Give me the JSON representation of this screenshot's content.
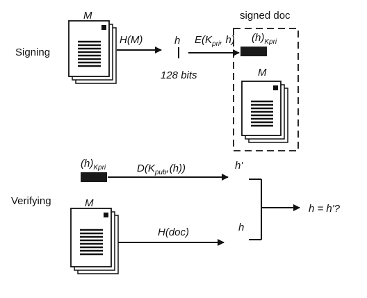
{
  "sections": {
    "signing": "Signing",
    "verifying": "Verifying"
  },
  "signing": {
    "doc_label": "M",
    "hash_fn": "H(M)",
    "hash_value": "h",
    "hash_size": "128 bits",
    "encrypt_fn": "E(K",
    "encrypt_key_sub": "pri",
    "encrypt_fn_tail": ", h)",
    "signed_doc_title": "signed doc",
    "signature": "(h)",
    "signature_sub": "Kpri",
    "signed_doc_label": "M"
  },
  "verifying": {
    "signature": "(h)",
    "signature_sub": "Kpri",
    "decrypt_fn": "D(K",
    "decrypt_key_sub": "pub",
    "decrypt_fn_tail": ",(h))",
    "decrypted_hash": "h'",
    "doc_label": "M",
    "hash_fn": "H(doc)",
    "computed_hash": "h",
    "comparison": "h = h'?"
  },
  "colors": {
    "ink": "#111111",
    "paper": "#ffffff",
    "sig_block": "#1a1a1a"
  }
}
